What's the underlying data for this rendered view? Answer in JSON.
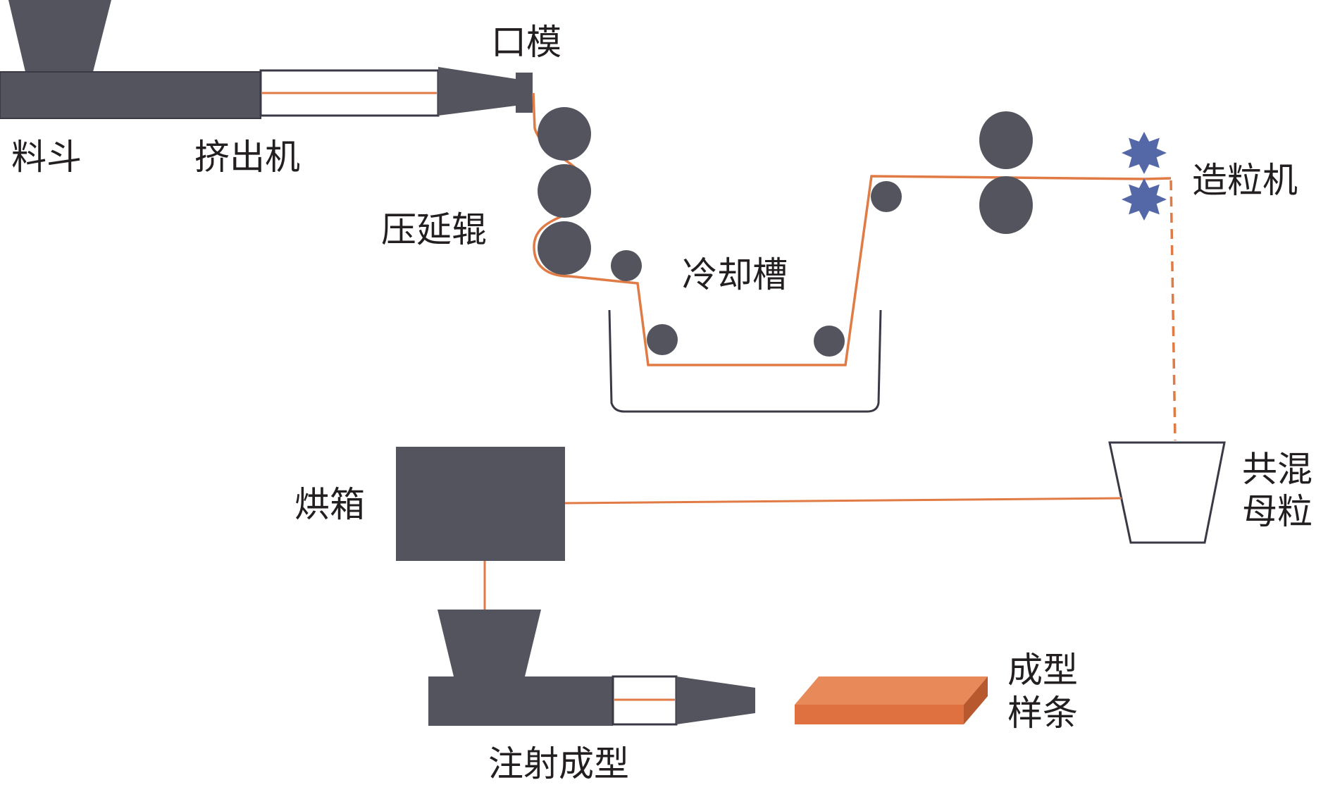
{
  "labels": {
    "hopper": "料斗",
    "extruder": "挤出机",
    "die": "口模",
    "calender_rolls": "压延辊",
    "cooling_tank": "冷却槽",
    "pelletizer": "造粒机",
    "blend_masterbatch_line1": "共混",
    "blend_masterbatch_line2": "母粒",
    "oven": "烘箱",
    "injection_molding": "注射成型",
    "molded_specimen_line1": "成型",
    "molded_specimen_line2": "样条"
  },
  "colors": {
    "machine": "#54545e",
    "material_line": "#e07b45",
    "pelletizer_cutter": "#5468a8",
    "specimen_top": "#e8895a",
    "specimen_front": "#df7040",
    "specimen_side": "#b8582e",
    "outline": "#3a3a46",
    "text": "#231f20"
  }
}
